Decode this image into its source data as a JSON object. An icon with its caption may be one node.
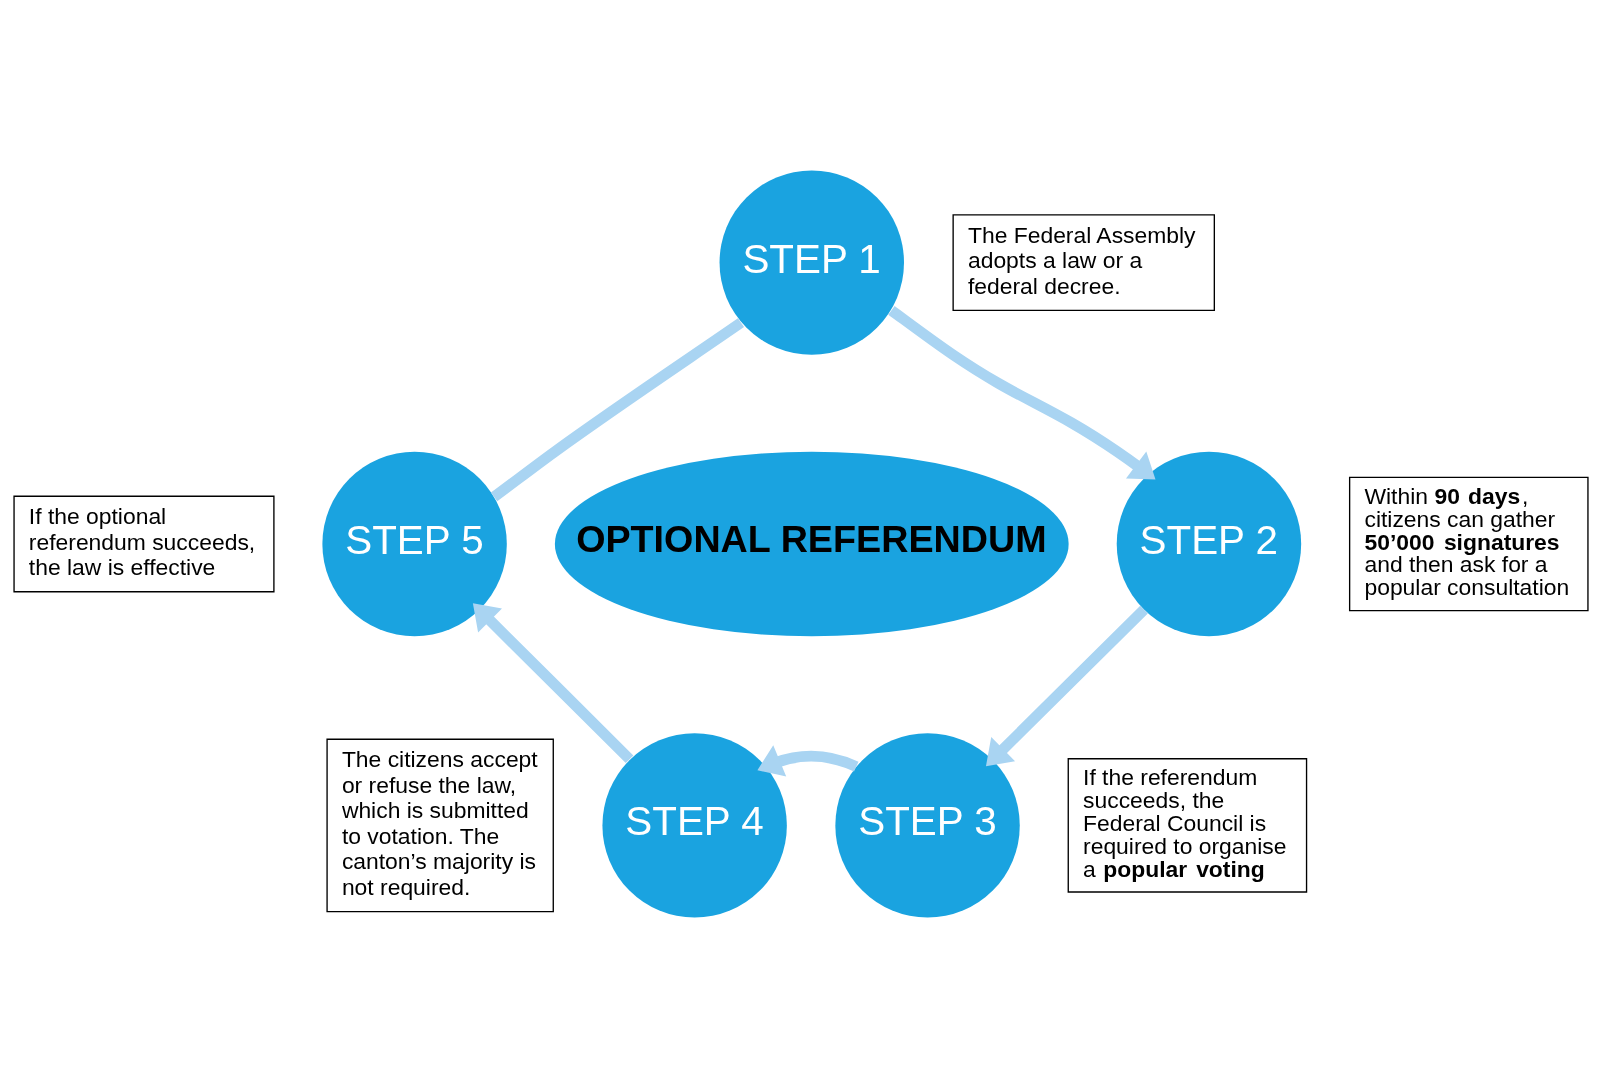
{
  "diagram": {
    "nodes": [
      {
        "text": [
          "STEP 1"
        ]
      },
      {
        "text": [
          "STEP 2"
        ]
      },
      {
        "text": [
          "STEP 3"
        ]
      },
      {
        "text": [
          "STEP 4"
        ]
      },
      {
        "text": [
          "STEP 5"
        ]
      },
      {
        "text": [
          "OPTIONAL REFERENDUM"
        ]
      },
      {
        "text": [
          "The Federal Assembly adopts a law or a federal decree."
        ]
      },
      {
        "text": [
          "Within **90 days**, citizens can gather **50’000 signatures** and then ask for a popular consultation"
        ]
      },
      {
        "text": [
          "If the referendum succeeds, the Federal Council is required to organise a **popular voting**"
        ]
      },
      {
        "text": [
          "The citizens accept or refuse the law, which is submitted to votation. The canton’s majority is not required."
        ]
      },
      {
        "text": [
          "If the optional referendum succeeds, the law is effective"
        ]
      }
    ],
    "edges": [
      {
        "from": 0,
        "to": 1,
        "arrow": "to"
      },
      {
        "from": 1,
        "to": 2,
        "arrow": "to"
      },
      {
        "from": 2,
        "to": 3,
        "arrow": "to"
      },
      {
        "from": 3,
        "to": 4,
        "arrow": "to"
      },
      {
        "from": 4,
        "to": 0,
        "arrow": "none"
      }
    ]
  }
}
